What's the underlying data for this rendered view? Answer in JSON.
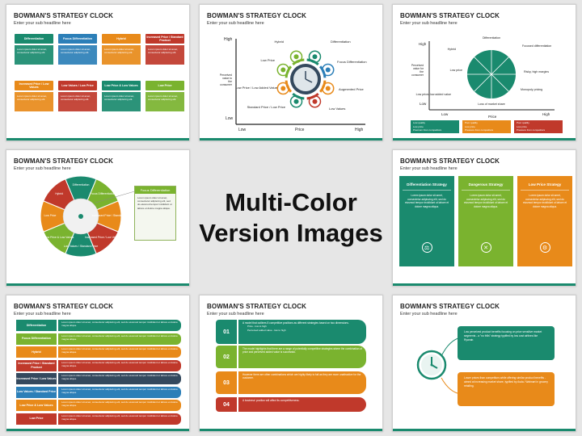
{
  "slide_title": "BOWMAN'S STRATEGY CLOCK",
  "slide_subtitle": "Enter your sub headline here",
  "center_caption": {
    "line1": "Multi-Color",
    "line2": "Version Images"
  },
  "lorem_short": "Lorem ipsum dolor sit amet, consectetur adipiscing elit.",
  "lorem_long": "Lorem ipsum dolor sit amet, consectetur adipiscing elit, sed do eiusmod tempor incididunt ut labore et dolore magna aliqua.",
  "slide1": {
    "cards": [
      "Differentiation",
      "Focus Differentiation",
      "Hybrid",
      "Increased Price / Standard Product",
      "Increased Price / Low Values",
      "Low Values / Low Price",
      "Low Price & Low Values",
      "Low Price"
    ],
    "colors": [
      "#1a8a6e",
      "#2c7fb8",
      "#e88a1a",
      "#c0392b",
      "#e88a1a",
      "#c0392b",
      "#1a8a6e",
      "#7ab32f"
    ]
  },
  "slide2": {
    "y_high": "High",
    "y_low": "Low",
    "x_high": "High",
    "x_low": "Low",
    "x_label": "Price",
    "y_label": "Perceived value to the consumer",
    "segments": [
      "Hybrid",
      "Differentiation",
      "Focus Differentiation",
      "Augmented Price",
      "Low Values",
      "Standard Price / Low Price",
      "Low Price / Low Added Value",
      "Low Price"
    ]
  },
  "slide3": {
    "labels": [
      "Differentiation",
      "Focused differentiation",
      "Risky, high margins",
      "Monopoly pricing",
      "Loss of market share",
      "Low price/ low added value",
      "Low price",
      "Hybrid"
    ],
    "y_high": "High",
    "y_low": "Low",
    "x_low": "Low",
    "x_high": "High",
    "x_label": "Price",
    "y_label": "Perceived value for the consumer",
    "legend": [
      "Low quality",
      "Low price",
      "Premium from competitors",
      "Poor quality",
      "Low price",
      "Pressure from competitors"
    ]
  },
  "slide4": {
    "segments": [
      "Differentiation",
      "Focus Differentiation",
      "Increased Price / Standard Price",
      "Increased Price / Low Values",
      "Low Values / Standard Price",
      "Low Price & Low Values",
      "Low Price",
      "Hybrid"
    ],
    "callout_title": "Focus Differentiation"
  },
  "slide5": {
    "cards": [
      "Differentiation Strategy",
      "Dangerous Strategy",
      "Low Price Strategy"
    ],
    "colors": [
      "#1a8a6e",
      "#7ab32f",
      "#e88a1a"
    ]
  },
  "slide6": {
    "rows": [
      "Differentiation",
      "Focus Differentiation",
      "Hybrid",
      "Increased Price / Standard Product",
      "Increased Price / Low Values",
      "Low Values / Standard Price",
      "Low Price & Low Values",
      "Low Price"
    ],
    "colors": [
      "#1a8a6e",
      "#7ab32f",
      "#e88a1a",
      "#c0392b",
      "#34495e",
      "#2c7fb8",
      "#e88a1a",
      "#c0392b"
    ]
  },
  "slide7": {
    "numbers": [
      "01",
      "02",
      "03",
      "04"
    ],
    "colors": [
      "#1a8a6e",
      "#7ab32f",
      "#e88a1a",
      "#c0392b"
    ],
    "texts": [
      "A model that outlines 8 competitive positions as different strategies based on two dimensions.",
      "The model highlights that there are a range of potentially competitive strategies where the combination of price and perceived added value is successful.",
      "However there are other combinations which are highly likely to fail as they are more unattractive for the customer.",
      "A business' position will affect its competitiveness."
    ],
    "bullets": [
      "Price - low to high",
      "Perceived added value - low to high"
    ]
  },
  "slide8": {
    "top_text": "Low perceived product benefits focusing on price sensitive market segments - a \"no frills\" strategy typified by low cost airlines like Ryanair.",
    "bottom_text": "Lower prices than competitors while offering similar product benefits - aimed at increasing market share, typified by Asda / Walmart in grocery retailing.",
    "colors": [
      "#1a8a6e",
      "#e88a1a"
    ]
  }
}
